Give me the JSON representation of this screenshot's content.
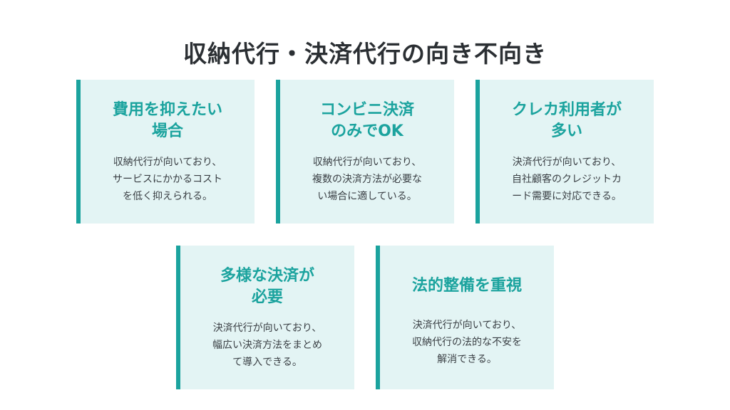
{
  "title": "収納代行・決済代行の向き不向き",
  "colors": {
    "accent": "#1ba39e",
    "card_background": "#e3f4f4",
    "title_text": "#2b2f33",
    "body_text": "#3a3f44"
  },
  "cards": [
    {
      "heading": "費用を抑えたい\n場合",
      "body": "収納代行が向いており、\nサービスにかかるコスト\nを低く抑えられる。"
    },
    {
      "heading": "コンビニ決済\nのみでOK",
      "body": "収納代行が向いており、\n複数の決済方法が必要な\nい場合に適している。"
    },
    {
      "heading": "クレカ利用者が\n多い",
      "body": "決済代行が向いており、\n自社顧客のクレジットカ\nード需要に対応できる。"
    },
    {
      "heading": "多様な決済が\n必要",
      "body": "決済代行が向いており、\n幅広い決済方法をまとめ\nて導入できる。"
    },
    {
      "heading": "法的整備を重視",
      "body": "決済代行が向いており、\n収納代行の法的な不安を\n解消できる。"
    }
  ]
}
